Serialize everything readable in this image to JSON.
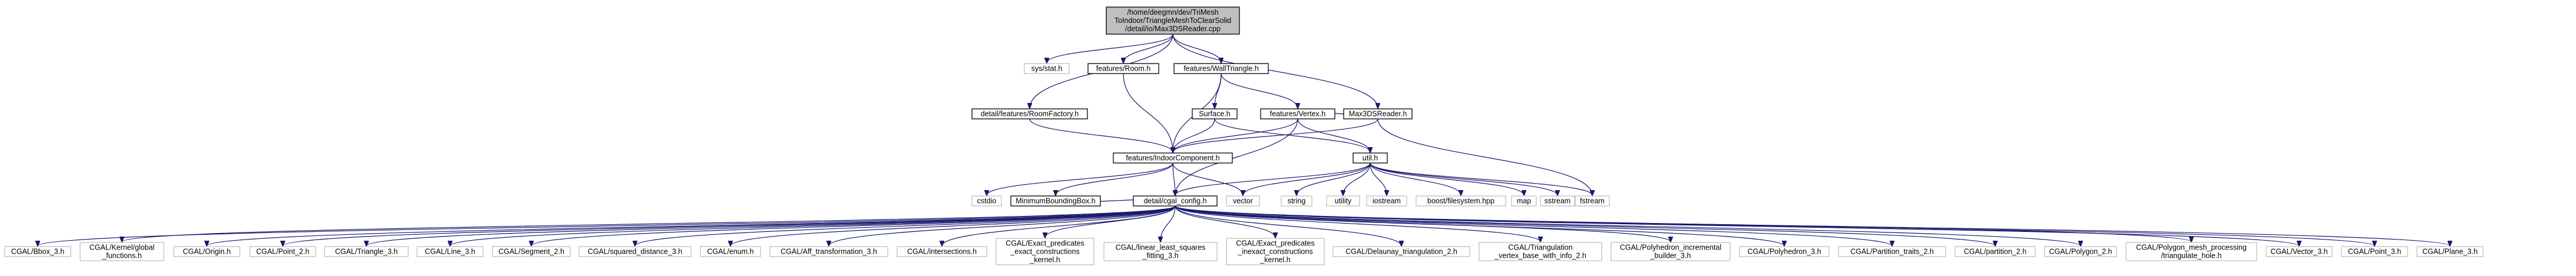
{
  "colors": {
    "root_fill": "#bfbfbf",
    "root_stroke": "#000000",
    "linked_fill": "#ffffff",
    "linked_stroke": "#000000",
    "external_fill": "#ffffff",
    "external_stroke": "#bfbfbf",
    "edge": "#191970"
  },
  "nodes": [
    {
      "id": "root",
      "kind": "root",
      "lines": [
        "/home/deegmn/dev/TriMesh",
        "ToIndoor/TriangleMeshToClearSolid",
        "/detail/io/Max3DSReader.cpp"
      ]
    },
    {
      "id": "sysstat",
      "kind": "external",
      "lines": [
        "sys/stat.h"
      ]
    },
    {
      "id": "room",
      "kind": "linked",
      "lines": [
        "features/Room.h"
      ]
    },
    {
      "id": "walltriangle",
      "kind": "linked",
      "lines": [
        "features/WallTriangle.h"
      ]
    },
    {
      "id": "max3dsreader",
      "kind": "linked",
      "lines": [
        "Max3DSReader.h"
      ]
    },
    {
      "id": "roomfactory",
      "kind": "linked",
      "lines": [
        "detail/features/RoomFactory.h"
      ]
    },
    {
      "id": "surface",
      "kind": "linked",
      "lines": [
        "Surface.h"
      ]
    },
    {
      "id": "vertex",
      "kind": "linked",
      "lines": [
        "features/Vertex.h"
      ]
    },
    {
      "id": "indoorcomp",
      "kind": "linked",
      "lines": [
        "features/IndoorComponent.h"
      ]
    },
    {
      "id": "util",
      "kind": "linked",
      "lines": [
        "util.h"
      ]
    },
    {
      "id": "fstream",
      "kind": "external",
      "lines": [
        "fstream"
      ]
    },
    {
      "id": "cstdio",
      "kind": "external",
      "lines": [
        "cstdio"
      ]
    },
    {
      "id": "minbbox",
      "kind": "linked",
      "lines": [
        "MinimumBoundingBox.h"
      ]
    },
    {
      "id": "cgalconfig",
      "kind": "linked",
      "lines": [
        "detail/cgal_config.h"
      ]
    },
    {
      "id": "vector",
      "kind": "external",
      "lines": [
        "vector"
      ]
    },
    {
      "id": "string",
      "kind": "external",
      "lines": [
        "string"
      ]
    },
    {
      "id": "utility",
      "kind": "external",
      "lines": [
        "utility"
      ]
    },
    {
      "id": "iostream",
      "kind": "external",
      "lines": [
        "iostream"
      ]
    },
    {
      "id": "boostfs",
      "kind": "external",
      "lines": [
        "boost/filesystem.hpp"
      ]
    },
    {
      "id": "map",
      "kind": "external",
      "lines": [
        "map"
      ]
    },
    {
      "id": "sstream",
      "kind": "external",
      "lines": [
        "sstream"
      ]
    },
    {
      "id": "c1",
      "kind": "external",
      "lines": [
        "CGAL/Bbox_3.h"
      ]
    },
    {
      "id": "c2",
      "kind": "external",
      "lines": [
        "CGAL/Kernel/global",
        "_functions.h"
      ]
    },
    {
      "id": "c3",
      "kind": "external",
      "lines": [
        "CGAL/Origin.h"
      ]
    },
    {
      "id": "c4",
      "kind": "external",
      "lines": [
        "CGAL/Point_2.h"
      ]
    },
    {
      "id": "c5",
      "kind": "external",
      "lines": [
        "CGAL/Triangle_3.h"
      ]
    },
    {
      "id": "c6",
      "kind": "external",
      "lines": [
        "CGAL/Line_3.h"
      ]
    },
    {
      "id": "c7",
      "kind": "external",
      "lines": [
        "CGAL/Segment_2.h"
      ]
    },
    {
      "id": "c8",
      "kind": "external",
      "lines": [
        "CGAL/squared_distance_3.h"
      ]
    },
    {
      "id": "c9",
      "kind": "external",
      "lines": [
        "CGAL/enum.h"
      ]
    },
    {
      "id": "c10",
      "kind": "external",
      "lines": [
        "CGAL/Aff_transformation_3.h"
      ]
    },
    {
      "id": "c11",
      "kind": "external",
      "lines": [
        "CGAL/intersections.h"
      ]
    },
    {
      "id": "c12",
      "kind": "external",
      "lines": [
        "CGAL/Exact_predicates",
        "_exact_constructions",
        "_kernel.h"
      ]
    },
    {
      "id": "c13",
      "kind": "external",
      "lines": [
        "CGAL/linear_least_squares",
        "_fitting_3.h"
      ]
    },
    {
      "id": "c14",
      "kind": "external",
      "lines": [
        "CGAL/Exact_predicates",
        "_inexact_constructions",
        "_kernel.h"
      ]
    },
    {
      "id": "c15",
      "kind": "external",
      "lines": [
        "CGAL/Delaunay_triangulation_2.h"
      ]
    },
    {
      "id": "c16",
      "kind": "external",
      "lines": [
        "CGAL/Triangulation",
        "_vertex_base_with_info_2.h"
      ]
    },
    {
      "id": "c17",
      "kind": "external",
      "lines": [
        "CGAL/Polyhedron_incremental",
        "_builder_3.h"
      ]
    },
    {
      "id": "c18",
      "kind": "external",
      "lines": [
        "CGAL/Polyhedron_3.h"
      ]
    },
    {
      "id": "c19",
      "kind": "external",
      "lines": [
        "CGAL/Partition_traits_2.h"
      ]
    },
    {
      "id": "c20",
      "kind": "external",
      "lines": [
        "CGAL/partition_2.h"
      ]
    },
    {
      "id": "c21",
      "kind": "external",
      "lines": [
        "CGAL/Polygon_2.h"
      ]
    },
    {
      "id": "c22",
      "kind": "external",
      "lines": [
        "CGAL/Polygon_mesh_processing",
        "/triangulate_hole.h"
      ]
    },
    {
      "id": "c23",
      "kind": "external",
      "lines": [
        "CGAL/Vector_3.h"
      ]
    },
    {
      "id": "c24",
      "kind": "external",
      "lines": [
        "CGAL/Point_3.h"
      ]
    },
    {
      "id": "c25",
      "kind": "external",
      "lines": [
        "CGAL/Plane_3.h"
      ]
    }
  ],
  "edges": [
    [
      "root",
      "sysstat"
    ],
    [
      "root",
      "room"
    ],
    [
      "root",
      "walltriangle"
    ],
    [
      "root",
      "max3dsreader"
    ],
    [
      "root",
      "roomfactory"
    ],
    [
      "roomfactory",
      "indoorcomp"
    ],
    [
      "room",
      "indoorcomp"
    ],
    [
      "walltriangle",
      "surface"
    ],
    [
      "walltriangle",
      "vertex"
    ],
    [
      "walltriangle",
      "indoorcomp"
    ],
    [
      "max3dsreader",
      "vertex"
    ],
    [
      "max3dsreader",
      "indoorcomp"
    ],
    [
      "max3dsreader",
      "fstream"
    ],
    [
      "surface",
      "indoorcomp"
    ],
    [
      "surface",
      "util"
    ],
    [
      "vertex",
      "indoorcomp"
    ],
    [
      "vertex",
      "util"
    ],
    [
      "vertex",
      "cgalconfig"
    ],
    [
      "indoorcomp",
      "cstdio"
    ],
    [
      "indoorcomp",
      "minbbox"
    ],
    [
      "indoorcomp",
      "cgalconfig"
    ],
    [
      "indoorcomp",
      "vector"
    ],
    [
      "util",
      "cgalconfig"
    ],
    [
      "util",
      "vector"
    ],
    [
      "util",
      "string"
    ],
    [
      "util",
      "utility"
    ],
    [
      "util",
      "iostream"
    ],
    [
      "util",
      "boostfs"
    ],
    [
      "util",
      "map"
    ],
    [
      "util",
      "sstream"
    ],
    [
      "util",
      "fstream"
    ],
    [
      "minbbox",
      "cgalconfig"
    ],
    [
      "cgalconfig",
      "c1"
    ],
    [
      "cgalconfig",
      "c2"
    ],
    [
      "cgalconfig",
      "c3"
    ],
    [
      "cgalconfig",
      "c4"
    ],
    [
      "cgalconfig",
      "c5"
    ],
    [
      "cgalconfig",
      "c6"
    ],
    [
      "cgalconfig",
      "c7"
    ],
    [
      "cgalconfig",
      "c8"
    ],
    [
      "cgalconfig",
      "c9"
    ],
    [
      "cgalconfig",
      "c10"
    ],
    [
      "cgalconfig",
      "c11"
    ],
    [
      "cgalconfig",
      "c12"
    ],
    [
      "cgalconfig",
      "c13"
    ],
    [
      "cgalconfig",
      "c14"
    ],
    [
      "cgalconfig",
      "c15"
    ],
    [
      "cgalconfig",
      "c16"
    ],
    [
      "cgalconfig",
      "c17"
    ],
    [
      "cgalconfig",
      "c18"
    ],
    [
      "cgalconfig",
      "c19"
    ],
    [
      "cgalconfig",
      "c20"
    ],
    [
      "cgalconfig",
      "c21"
    ],
    [
      "cgalconfig",
      "c22"
    ],
    [
      "cgalconfig",
      "c23"
    ],
    [
      "cgalconfig",
      "c24"
    ],
    [
      "cgalconfig",
      "c25"
    ]
  ]
}
